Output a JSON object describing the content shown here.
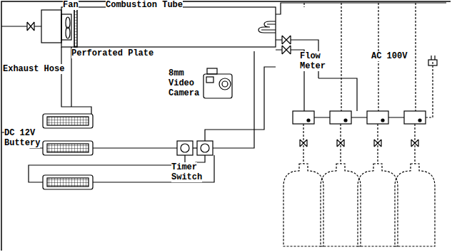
{
  "diagram": {
    "labels": [
      "Fan",
      "Combustion Tube",
      "Perforated Plate",
      "Exhaust Hose",
      "8mm Video Camera",
      "DC 12V Buttery",
      "Timer Switch",
      "Flow Meter",
      "AC 100V"
    ]
  }
}
